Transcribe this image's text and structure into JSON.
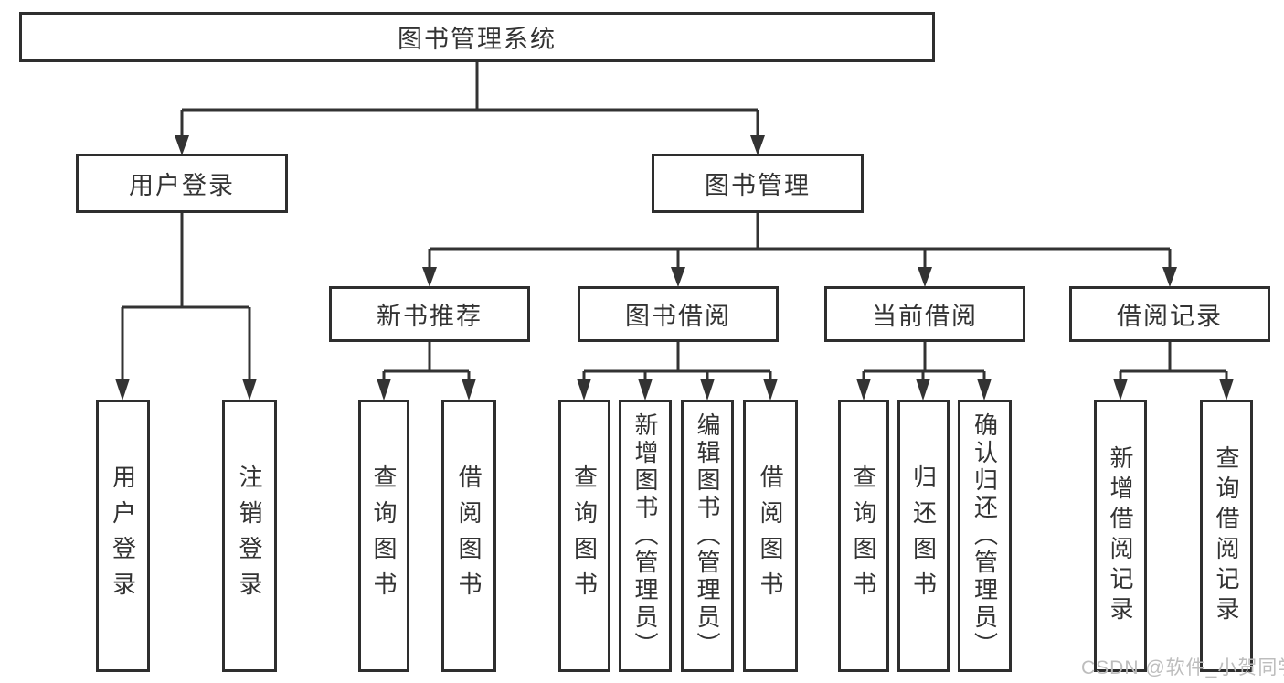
{
  "tree": {
    "root": {
      "label": "图书管理系统"
    },
    "branches": [
      {
        "label": "用户登录",
        "children": [
          {
            "label": "用户登录"
          },
          {
            "label": "注销登录"
          }
        ]
      },
      {
        "label": "图书管理",
        "children": [
          {
            "label": "新书推荐",
            "children": [
              {
                "label": "查询图书"
              },
              {
                "label": "借阅图书"
              }
            ]
          },
          {
            "label": "图书借阅",
            "children": [
              {
                "label": "查询图书"
              },
              {
                "label": "新增图书（管理员）"
              },
              {
                "label": "编辑图书（管理员）"
              },
              {
                "label": "借阅图书"
              }
            ]
          },
          {
            "label": "当前借阅",
            "children": [
              {
                "label": "查询图书"
              },
              {
                "label": "归还图书"
              },
              {
                "label": "确认归还（管理员）"
              }
            ]
          },
          {
            "label": "借阅记录",
            "children": [
              {
                "label": "新增借阅记录"
              },
              {
                "label": "查询借阅记录"
              }
            ]
          }
        ]
      }
    ]
  },
  "watermark": {
    "text": "CSDN @软件_小贺同学"
  },
  "colors": {
    "line": "#333333",
    "box_border": "#2e2e2e",
    "text": "#333333",
    "watermark": "#bdbdbd",
    "background": "#ffffff"
  }
}
